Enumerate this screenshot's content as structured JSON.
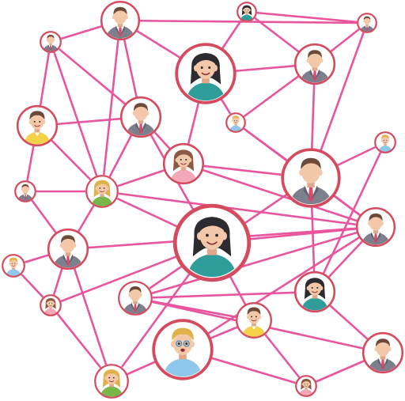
{
  "colors": {
    "edge": "#e8559e",
    "ring": "#d64a5e",
    "background": "#ffffff",
    "skin": "#f2c8a8",
    "skin_dark": "#e0a888",
    "suit": "#7c7f8c",
    "suit_dark": "#5f6270",
    "shirt": "#ffffff",
    "tie": "#d94c6a",
    "hair_brown": "#6b4a3a",
    "hair_black": "#2b2b30",
    "hair_blond": "#e0b14a",
    "teal": "#2f9e9a",
    "yellow_top": "#f3d24a",
    "green_top": "#79b64a",
    "light_blue_shirt": "#8fc7ea"
  },
  "network": {
    "nodes": [
      {
        "id": "n1",
        "icon": "businessman-avatar-icon"
      },
      {
        "id": "n2",
        "icon": "woman-teal-avatar-icon"
      },
      {
        "id": "n3",
        "icon": "businessman-small-avatar-icon"
      },
      {
        "id": "n4",
        "icon": "businessman-small-avatar-icon"
      },
      {
        "id": "n5",
        "icon": "woman-teal-large-avatar-icon"
      },
      {
        "id": "n6",
        "icon": "businessman-avatar-icon"
      },
      {
        "id": "n7",
        "icon": "man-yellow-shirt-avatar-icon"
      },
      {
        "id": "n8",
        "icon": "businessman-avatar-icon"
      },
      {
        "id": "n9",
        "icon": "boy-small-avatar-icon"
      },
      {
        "id": "n10",
        "icon": "woman-pink-avatar-icon"
      },
      {
        "id": "n11",
        "icon": "boy-small-avatar-icon"
      },
      {
        "id": "n12",
        "icon": "businessman-large-avatar-icon"
      },
      {
        "id": "n13",
        "icon": "businessman-small-avatar-icon"
      },
      {
        "id": "n14",
        "icon": "girl-green-top-avatar-icon"
      },
      {
        "id": "n15",
        "icon": "woman-teal-avatar-icon"
      },
      {
        "id": "n16",
        "icon": "businessman-avatar-icon"
      },
      {
        "id": "n17",
        "icon": "businessman-hub-avatar-icon"
      },
      {
        "id": "n18",
        "icon": "boy-small-avatar-icon"
      },
      {
        "id": "n19",
        "icon": "woman-teal-avatar-icon"
      },
      {
        "id": "n20",
        "icon": "woman-pink-small-avatar-icon"
      },
      {
        "id": "n21",
        "icon": "businessman-avatar-icon"
      },
      {
        "id": "n22",
        "icon": "man-yellow-shirt-avatar-icon"
      },
      {
        "id": "n23",
        "icon": "boy-surprised-large-avatar-icon"
      },
      {
        "id": "n24",
        "icon": "businessman-avatar-icon"
      },
      {
        "id": "n25",
        "icon": "girl-green-top-avatar-icon"
      },
      {
        "id": "n26",
        "icon": "woman-pink-small-avatar-icon"
      }
    ],
    "edges": [
      [
        "n1",
        "n4"
      ],
      [
        "n1",
        "n3"
      ],
      [
        "n1",
        "n5"
      ],
      [
        "n1",
        "n8"
      ],
      [
        "n1",
        "n14"
      ],
      [
        "n2",
        "n4"
      ],
      [
        "n2",
        "n6"
      ],
      [
        "n2",
        "n5"
      ],
      [
        "n3",
        "n8"
      ],
      [
        "n3",
        "n14"
      ],
      [
        "n3",
        "n7"
      ],
      [
        "n4",
        "n6"
      ],
      [
        "n4",
        "n12"
      ],
      [
        "n5",
        "n6"
      ],
      [
        "n5",
        "n9"
      ],
      [
        "n5",
        "n10"
      ],
      [
        "n6",
        "n12"
      ],
      [
        "n6",
        "n9"
      ],
      [
        "n7",
        "n8"
      ],
      [
        "n7",
        "n13"
      ],
      [
        "n7",
        "n14"
      ],
      [
        "n8",
        "n14"
      ],
      [
        "n8",
        "n10"
      ],
      [
        "n8",
        "n15"
      ],
      [
        "n9",
        "n12"
      ],
      [
        "n9",
        "n17"
      ],
      [
        "n10",
        "n12"
      ],
      [
        "n10",
        "n14"
      ],
      [
        "n10",
        "n17"
      ],
      [
        "n11",
        "n12"
      ],
      [
        "n11",
        "n19"
      ],
      [
        "n12",
        "n17"
      ],
      [
        "n12",
        "n19"
      ],
      [
        "n12",
        "n21"
      ],
      [
        "n13",
        "n14"
      ],
      [
        "n13",
        "n16"
      ],
      [
        "n14",
        "n16"
      ],
      [
        "n14",
        "n17"
      ],
      [
        "n14",
        "n15"
      ],
      [
        "n15",
        "n17"
      ],
      [
        "n15",
        "n25"
      ],
      [
        "n15",
        "n20"
      ],
      [
        "n15",
        "n22"
      ],
      [
        "n16",
        "n17"
      ],
      [
        "n16",
        "n18"
      ],
      [
        "n16",
        "n20"
      ],
      [
        "n16",
        "n25"
      ],
      [
        "n17",
        "n19"
      ],
      [
        "n17",
        "n21"
      ],
      [
        "n17",
        "n23"
      ],
      [
        "n18",
        "n20"
      ],
      [
        "n19",
        "n21"
      ],
      [
        "n19",
        "n24"
      ],
      [
        "n20",
        "n25"
      ],
      [
        "n21",
        "n22"
      ],
      [
        "n21",
        "n24"
      ],
      [
        "n22",
        "n23"
      ],
      [
        "n22",
        "n26"
      ],
      [
        "n23",
        "n25"
      ],
      [
        "n23",
        "n26"
      ],
      [
        "n24",
        "n26"
      ]
    ]
  }
}
